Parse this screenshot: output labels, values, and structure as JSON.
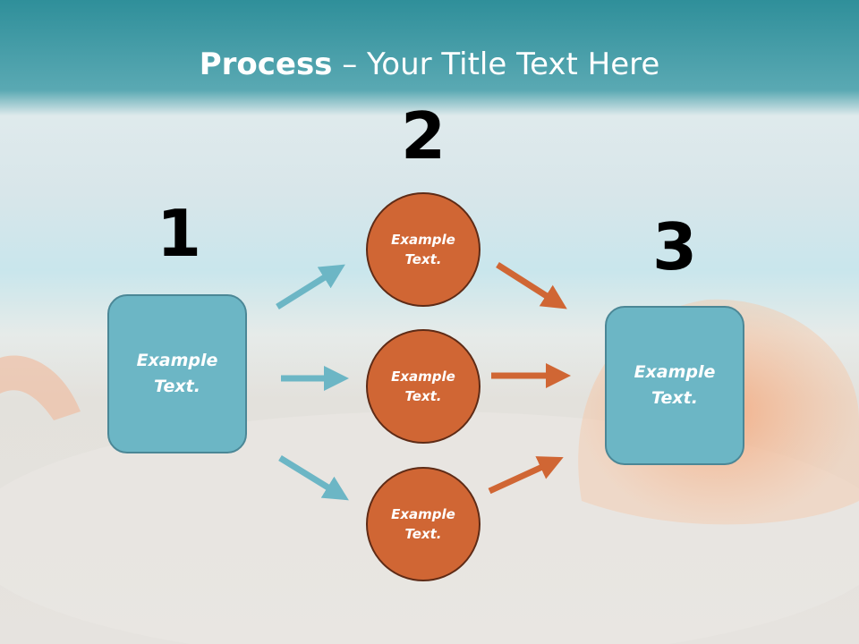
{
  "slide": {
    "title_bold": "Process",
    "title_rest": " – Your Title Text Here"
  },
  "steps": {
    "one": "1",
    "two": "2",
    "three": "3"
  },
  "left_box": {
    "text": "Example\nText."
  },
  "circles": [
    {
      "text": "Example\nText."
    },
    {
      "text": "Example\nText."
    },
    {
      "text": "Example\nText."
    }
  ],
  "right_box": {
    "text": "Example\nText."
  },
  "colors": {
    "teal": "#6cb6c5",
    "orange": "#d06634",
    "header": "#3f9aa6"
  }
}
